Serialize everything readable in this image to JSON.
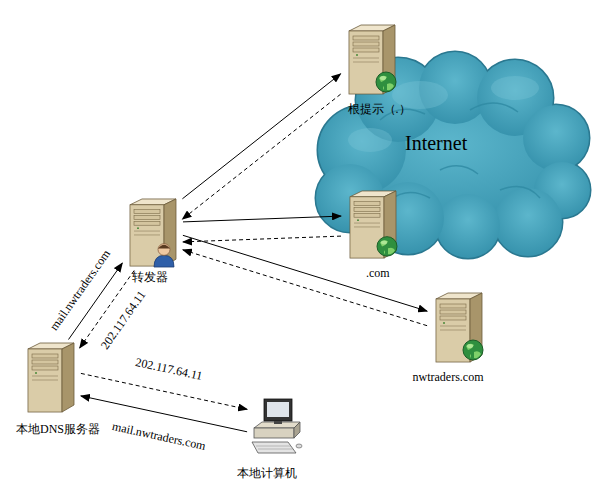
{
  "diagram": {
    "nodes": [
      {
        "text": [
          "根提示（.）"
        ]
      },
      {
        "text": [
          ".com"
        ]
      },
      {
        "text": [
          "转发器"
        ]
      },
      {
        "text": [
          "nwtraders.com"
        ]
      },
      {
        "text": [
          "本地DNS服务器"
        ]
      },
      {
        "text": [
          "本地计算机"
        ]
      }
    ],
    "edges": [
      {
        "from": 2,
        "to": 0,
        "arrow": "to"
      },
      {
        "from": 0,
        "to": 2,
        "arrow": "to"
      },
      {
        "from": 2,
        "to": 1,
        "arrow": "to"
      },
      {
        "from": 1,
        "to": 2,
        "arrow": "to"
      },
      {
        "from": 2,
        "to": 3,
        "arrow": "to"
      },
      {
        "from": 3,
        "to": 2,
        "arrow": "to"
      },
      {
        "from": 4,
        "to": 2,
        "label": "mail.nwtraders.com",
        "arrow": "to"
      },
      {
        "from": 2,
        "to": 4,
        "label": "202.117.64.11",
        "arrow": "to"
      },
      {
        "from": 5,
        "to": 4,
        "label": "mail.nwtraders.com",
        "arrow": "to"
      },
      {
        "from": 4,
        "to": 5,
        "label": "202.117.64.11",
        "arrow": "to"
      }
    ],
    "labels": [
      "Internet"
    ]
  }
}
